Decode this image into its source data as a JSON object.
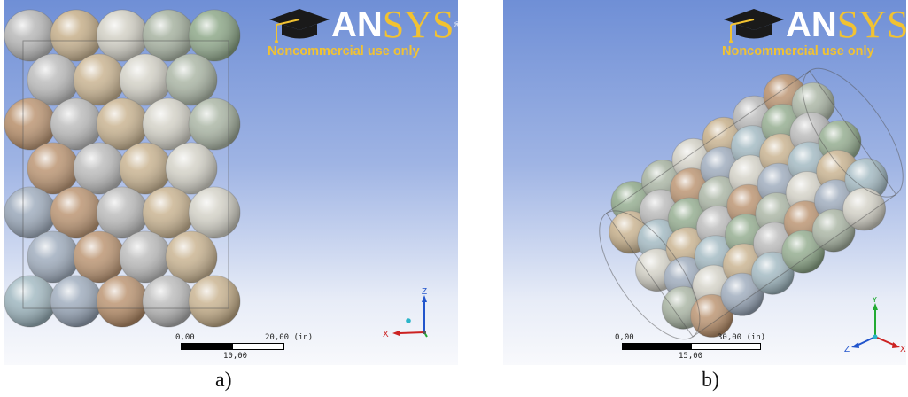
{
  "panels": [
    {
      "caption": "a)",
      "logo": {
        "brand_an": "AN",
        "brand_sys": "SYS",
        "registered": "®",
        "tagline": "Noncommercial use only"
      },
      "scale_bar": {
        "left_label": "0,00",
        "right_label": "20,00 (in)",
        "mid_label": "10,00"
      },
      "triad": {
        "axes": [
          "Z",
          "X"
        ]
      }
    },
    {
      "caption": "b)",
      "logo": {
        "brand_an": "AN",
        "brand_sys": "SYS",
        "registered": "®",
        "tagline": "Noncommercial use only"
      },
      "scale_bar": {
        "left_label": "0,00",
        "right_label": "30,00 (in)",
        "mid_label": "15,00"
      },
      "triad": {
        "axes": [
          "Y",
          "Z",
          "X"
        ]
      }
    }
  ],
  "colors": {
    "background_top": "#6f8fd6",
    "background_bottom": "#f8f9fc",
    "logo_yellow": "#f1c232",
    "axis_x": "#cc2222",
    "axis_y": "#22aa33",
    "axis_z": "#2255cc",
    "sphere_palette": [
      "#b9b9b9",
      "#a7b3a1",
      "#9aa8ba",
      "#c7b08b",
      "#8fa98a",
      "#b88f6a",
      "#d3d1c6",
      "#9fb7c0"
    ]
  }
}
